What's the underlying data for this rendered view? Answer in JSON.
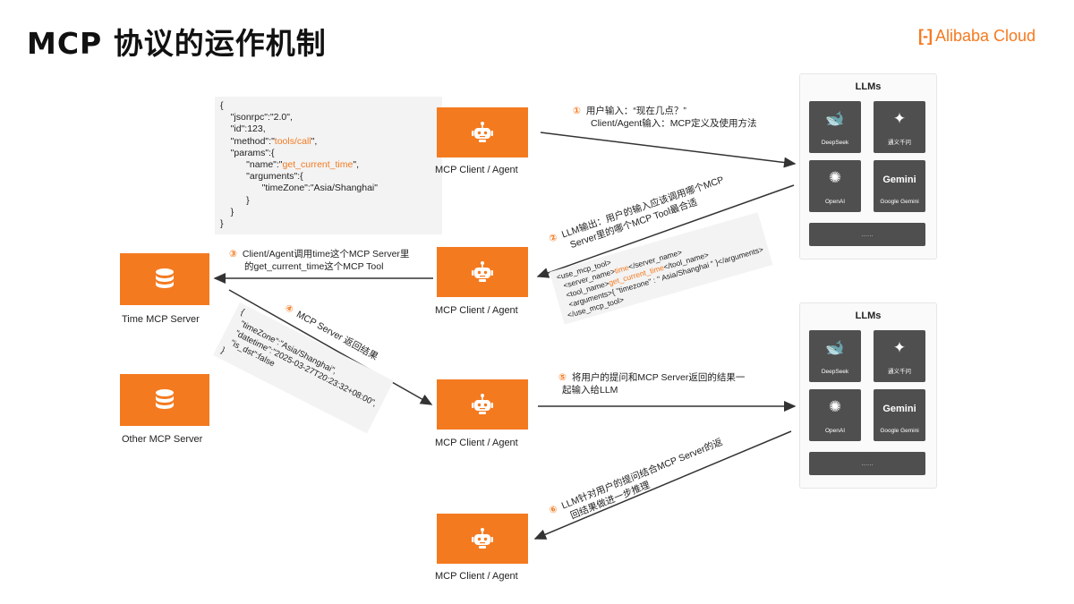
{
  "header": {
    "title": "MCP 协议的运作机制",
    "logo_text": "Alibaba Cloud",
    "logo_mark": "[-]"
  },
  "clients": {
    "label": "MCP Client / Agent"
  },
  "servers": {
    "time_label": "Time MCP Server",
    "other_label": "Other MCP Server"
  },
  "llm_panel": {
    "title": "LLMs",
    "tiles": [
      "DeepSeek",
      "通义千问",
      "OpenAI",
      "Google Gemini"
    ],
    "gemini_word": "Gemini",
    "more": "......"
  },
  "request_json": [
    "{",
    "    \"jsonrpc\":\"2.0\",",
    "    \"id\":123,",
    "    \"method\":\"|tools/call|\",",
    "    \"params\":{",
    "          \"name\":\"|get_current_time|\",",
    "          \"arguments\":{",
    "                \"timeZone\":\"Asia/Shanghai\"",
    "          }",
    "    }",
    "}"
  ],
  "tool_xml": [
    "<use_mcp_tool>",
    "  <server_name>|time|</server_name>",
    "  <tool_name>|get_current_time|</tool_name>",
    "  <arguments>{ \"timezone\" : \" Asia/Shanghai \" }</arguments>",
    "</use_mcp_tool>"
  ],
  "response_json": [
    "{",
    "  \"timeZone\":\"Asia/Shanghai\",",
    "  \"datetime\":\"2025-03-27T20:23:32+08:00\",",
    "  \"is_dst\":false",
    "}"
  ],
  "steps": {
    "s1_num": "①",
    "s1_a": "用户输入：“现在几点？”",
    "s1_b": "Client/Agent输入：MCP定义及使用方法",
    "s2_num": "②",
    "s2_a": "LLM输出：用户的输入应该调用哪个MCP",
    "s2_b": "Server里的哪个MCP Tool最合适",
    "s3_num": "③",
    "s3_a": "Client/Agent调用time这个MCP Server里",
    "s3_b": "的get_current_time这个MCP Tool",
    "s4_num": "④",
    "s4_a": "MCP Server 返回结果",
    "s5_num": "⑤",
    "s5_a": "将用户的提问和MCP Server返回的结果一",
    "s5_b": "起输入给LLM",
    "s6_num": "⑥",
    "s6_a": "LLM针对用户的提问结合MCP Server的返",
    "s6_b": "回结果做进一步推理"
  },
  "colors": {
    "accent": "#f47a20",
    "tile": "#4f4f4f",
    "arrow": "#333333"
  },
  "icons": {
    "agent": "robot-icon",
    "server": "database-icon"
  }
}
